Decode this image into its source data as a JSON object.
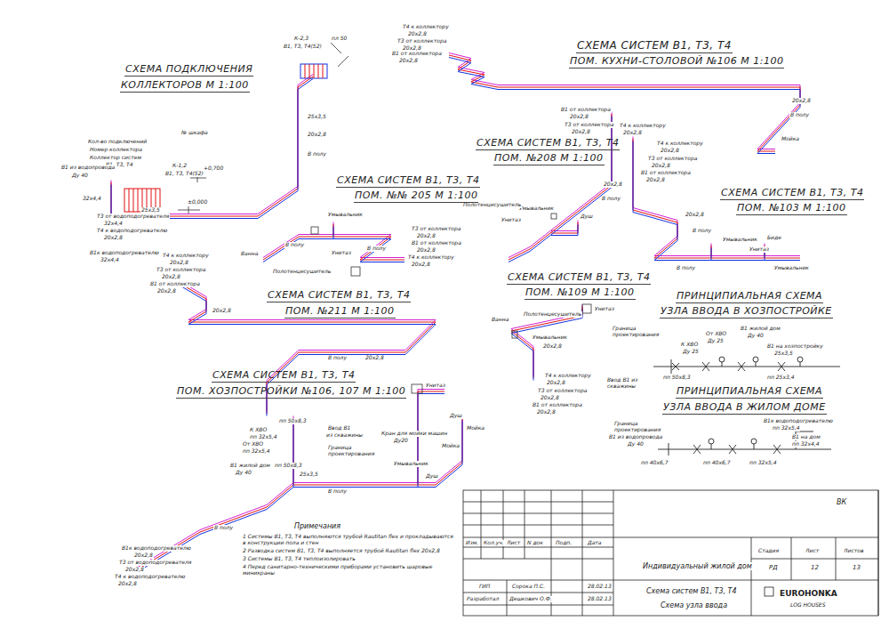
{
  "diagram": {
    "labels": [
      "СХЕМА ПОДКЛЮЧЕНИЯ",
      "КОЛЛЕКТОРОВ М 1:100",
      "К-2,3",
      "В1, Т3, Т4(52)",
      "пл 50",
      "25х3,5",
      "20х2,8",
      "В полу",
      "№ шкафа",
      "Кол-во подключений",
      "Номер коллектора",
      "Коллектор систем",
      "В1, Т3, Т4",
      "К-1,2",
      "В1, Т3, Т4(52)",
      "В1 из водопровода",
      "Ду 40",
      "32х4,4",
      "25х3,5",
      "+0,700",
      "±0,000",
      "Т3 от водоподогревателя",
      "32х4,4",
      "Т4 к водоподогревателю",
      "20х2,8",
      "В1к водоподогревателю",
      "32х4,4",
      "Т4 к коллектору",
      "20х2,8",
      "Т3 от коллектора",
      "20х2,8",
      "В1 от коллектора",
      "20х2,8",
      "СХЕМА СИСТЕМ В1, Т3, Т4",
      "ПОМ. КУХНИ-СТОЛОВОЙ №106 М 1:100",
      "В1 от коллектора",
      "20х2,8",
      "Т3 от коллектора",
      "20х2,8",
      "20х2,8",
      "В полу",
      "Мойка",
      "СХЕМА СИСТЕМ В1, Т3, Т4",
      "ПОМ. №208 М 1:100",
      "Т4 к коллектору",
      "20х2,8",
      "20х2,8",
      "В полу",
      "Умывальник",
      "Полотенцесушитель",
      "Унитаз",
      "Душ",
      "Т4 к коллектору",
      "20х2,8",
      "Т3 от коллектора",
      "20х2,8",
      "В1 от коллектора",
      "20х2,8",
      "СХЕМА СИСТЕМ В1, Т3, Т4",
      "ПОМ. №103 М 1:100",
      "20х2,8",
      "В полу",
      "Умывальник",
      "Биде",
      "Унитаз",
      "В полу",
      "Умывальник",
      "СХЕМА СИСТЕМ В1, Т3, Т4",
      "ПОМ. №№ 205 М 1:100",
      "Умывальник",
      "Т3 от коллектора",
      "20х2,8",
      "В1 от коллектора",
      "20х2,8",
      "Т4 к коллектору",
      "20х2,8",
      "В полу",
      "Унитаз",
      "В полу",
      "Ванна",
      "Полотенцесушитель",
      "Т4 к коллектору",
      "20х2,8",
      "Т3 от коллектора",
      "20х2,8",
      "В1 от коллектора",
      "20х2,8",
      "СХЕМА СИСТЕМ В1, Т3, Т4",
      "ПОМ. №211 М 1:100",
      "20х2,8",
      "В полу",
      "20х2,8",
      "СХЕМА СИСТЕМ В1, Т3, Т4",
      "ПОМ. №109 М 1:100",
      "Унитаз",
      "Ванна",
      "Полотенцесушитель",
      "Умывальник",
      "20х2,8",
      "Т4 к коллектору",
      "20х2,8",
      "Т3 от коллектора",
      "20х2,8",
      "В1 от коллектора",
      "20х2,8",
      "ПРИНЦИПИАЛЬНАЯ СХЕМА",
      "УЗЛА ВВОДА В ХОЗПОСТРОЙКЕ",
      "Граница проектирования",
      "Ввод В1 из скважины",
      "От ХВО",
      "Ду 25",
      "К ХВО",
      "Ду 25",
      "В1 жилой дом",
      "Ду 40",
      "В1 на хозпостройку",
      "25х3,5",
      "пп 50х8,3",
      "пп 25х3,4",
      "ПРИНЦИПИАЛЬНАЯ СХЕМА",
      "УЗЛА ВВОДА В ЖИЛОМ ДОМЕ",
      "Граница проектирования",
      "В1 из водопровода",
      "Ду 40",
      "В1к водоподогревателю",
      "пп 32х5,4",
      "В1 на дом",
      "пп 32х4,4",
      "пп 40х6,7",
      "пп 40х6,7",
      "пп 32х5,4",
      "СХЕМА СИСТЕМ В1, Т3, Т4",
      "ПОМ. ХОЗПОСТРОЙКИ №106, 107 М 1:100",
      "Унитаз",
      "Душ",
      "Мойка",
      "Кран для мойки машин",
      "Ду20",
      "Мойка",
      "Умывальник",
      "Душ",
      "В полу",
      "пп 50х8,3",
      "К ХВО",
      "пп 32х5,4",
      "Ввод В1",
      "из скважины",
      "От ХВО",
      "пп 32х5,4",
      "Граница проектирования",
      "В1 жилой дом",
      "Ду 40",
      "пп 50х8,3",
      "25х3,5",
      "В полу",
      "В1к водоподогревателю",
      "20х2,8",
      "Т3 от водоподогревателя",
      "20х2,8",
      "Т4 к водоподогревателю",
      "20х2,8",
      "Примечания",
      "1 Системы В1, Т3, Т4 выполняются трубой Rautitan flex и прокладываются в конструкции пола и стен",
      "2 Разводка систем В1, Т3, Т4 выполняется трубой Rautitan flex 20х2,8",
      "3 Системы В1, Т3, Т4 теплоизолировать",
      "4 Перед санитарно-техническими приборами установить шаровые миникраны",
      "ВК",
      "Изм.",
      "Кол.уч.",
      "Лист",
      "N док",
      "Подп.",
      "Дата",
      "Индивидуальный жилой дом",
      "Стадия",
      "Лист",
      "Листов",
      "РД",
      "12",
      "13",
      "ГИП",
      "Сорока П.С.",
      "28.02.13",
      "Разработал",
      "Дешкович О.Ф.",
      "28.02.13",
      "Схема систем В1, Т3, Т4",
      "Схема узла ввода",
      "EUROHONKA",
      "LOG HOUSES"
    ]
  }
}
